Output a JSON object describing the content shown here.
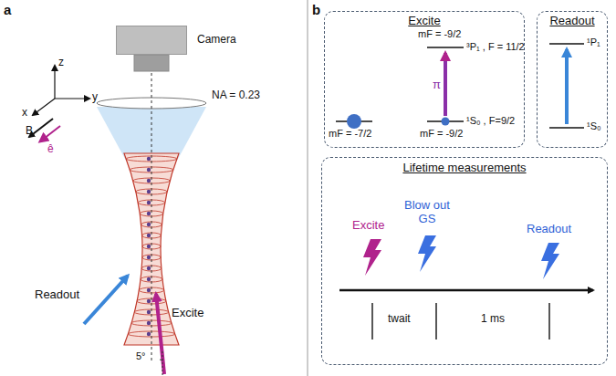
{
  "diagram": {
    "nodes": [
      {
        "text": [
          "Camera"
        ]
      },
      {
        "text": [
          "Excite"
        ]
      },
      {
        "text": [
          "Readout"
        ]
      },
      {
        "text": [
          "Lifetime measurements"
        ]
      }
    ],
    "labels": [
      "a",
      "b",
      "NA = 0.23",
      "z",
      "y",
      "x",
      "B",
      "ê",
      "Readout",
      "Excite",
      "5°",
      "mF = -9/2",
      "³P₁ , F = 11/2",
      "π",
      "¹S₀ , F=9/2",
      "mF = -7/2",
      "mF = -9/2",
      "¹P₁",
      "¹S₀",
      "Excite",
      "Blow out GS",
      "Readout",
      "twait",
      "1 ms"
    ]
  }
}
